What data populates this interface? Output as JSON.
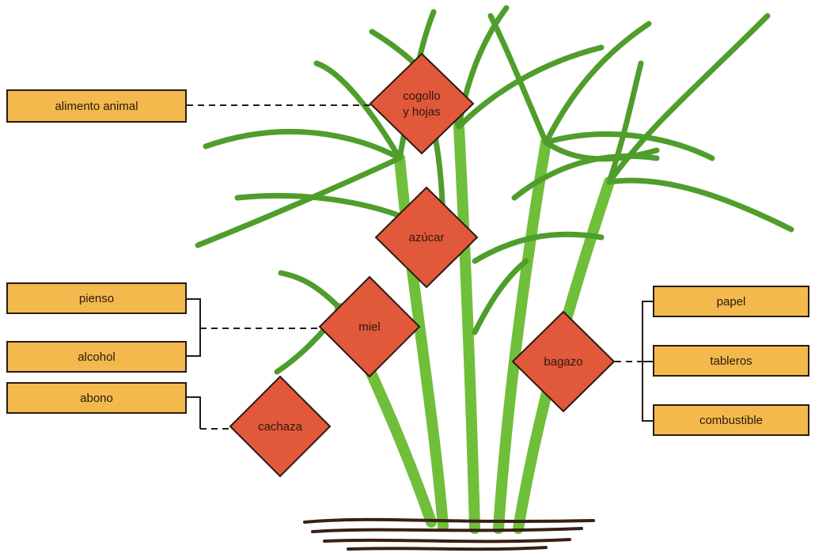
{
  "colors": {
    "leaf": "#6fbf3a",
    "leaf_dark": "#4f9e2c",
    "diamond": "#e2583a",
    "box": "#f3b94c",
    "outline": "#2a1a12",
    "soil": "#3a1f14"
  },
  "diamonds": {
    "cogollo": {
      "line1": "cogollo",
      "line2": "y hojas"
    },
    "azucar": "azúcar",
    "miel": "miel",
    "cachaza": "cachaza",
    "bagazo": "bagazo"
  },
  "boxes": {
    "alimento": "alimento animal",
    "pienso": "pienso",
    "alcohol": "alcohol",
    "abono": "abono",
    "papel": "papel",
    "tableros": "tableros",
    "combustible": "combustible"
  }
}
